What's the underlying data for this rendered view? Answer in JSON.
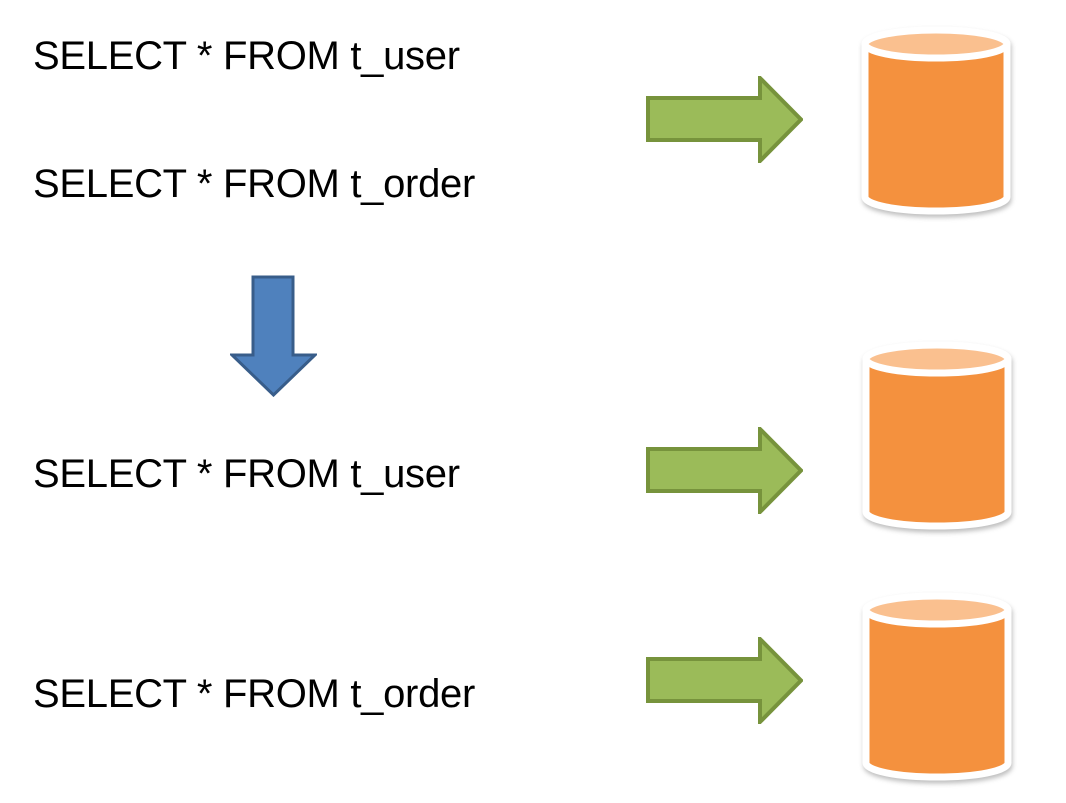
{
  "scene": {
    "background": "#ffffff",
    "description": "SQL query routing diagram: queries against one database transitioning to per-table databases"
  },
  "queries": {
    "top_user": "SELECT * FROM t_user",
    "top_order": "SELECT * FROM t_order",
    "bottom_user": "SELECT * FROM t_user",
    "bottom_order": "SELECT * FROM t_order"
  },
  "icons": {
    "flow_arrow": "right-block-arrow-icon",
    "transition_arrow": "down-block-arrow-icon",
    "database": "database-cylinder-icon"
  },
  "colors": {
    "text": "#000000",
    "arrow_green_fill": "#9bbb59",
    "arrow_green_stroke": "#77933c",
    "arrow_blue_fill": "#4f81bd",
    "arrow_blue_stroke": "#385d8a",
    "db_body": "#f4913e",
    "db_top": "#fac08f",
    "db_outline": "#ffffff"
  }
}
